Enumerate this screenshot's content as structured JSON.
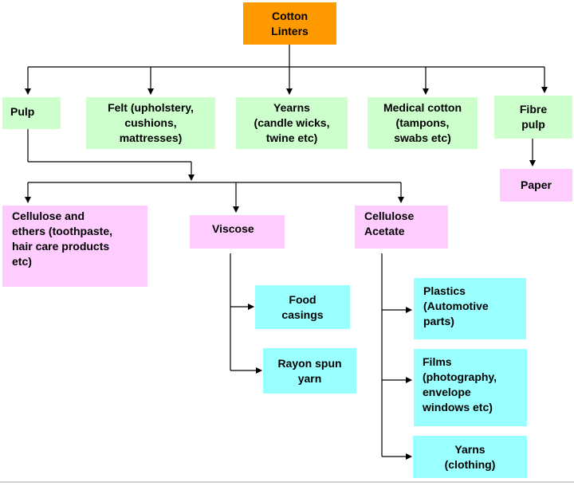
{
  "colors": {
    "root": "#ff9900",
    "level1": "#ccffcc",
    "level2": "#ffccff",
    "level3": "#99ffff",
    "connector": "#000000"
  },
  "nodes": {
    "root": [
      "Cotton",
      "Linters"
    ],
    "pulp": [
      "Pulp"
    ],
    "felt": [
      "Felt (upholstery,",
      "cushions,",
      "mattresses)"
    ],
    "yearns": [
      "Yearns",
      "(candle wicks,",
      "twine etc)"
    ],
    "medical": [
      "Medical cotton",
      "(tampons,",
      "swabs etc)"
    ],
    "fibre": [
      "Fibre",
      "pulp"
    ],
    "paper": [
      "Paper"
    ],
    "cellulose_ethers": [
      "Cellulose and",
      "ethers (toothpaste,",
      "hair care products",
      "etc)"
    ],
    "viscose": [
      "Viscose"
    ],
    "acetate": [
      "Cellulose",
      "Acetate"
    ],
    "food": [
      "Food",
      "casings"
    ],
    "rayon": [
      "Rayon spun",
      "yarn"
    ],
    "plastics": [
      "Plastics",
      "(Automotive",
      "parts)"
    ],
    "films": [
      "Films",
      "(photography,",
      "envelope",
      "windows etc)"
    ],
    "yarns": [
      "Yarns",
      "(clothing)"
    ]
  }
}
